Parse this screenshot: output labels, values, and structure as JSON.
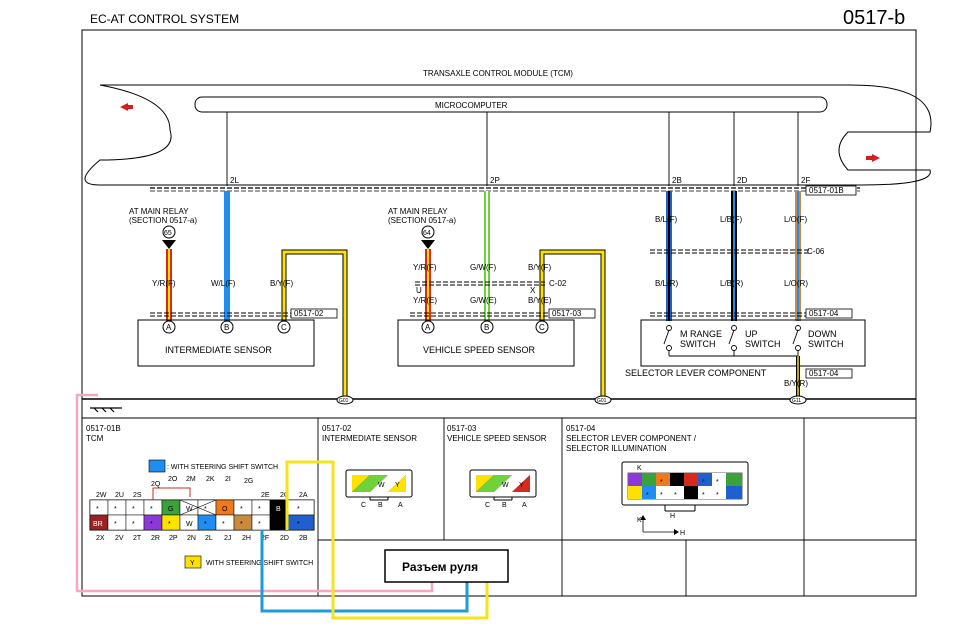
{
  "header": {
    "title": "EC-AT CONTROL SYSTEM",
    "page_code": "0517-b"
  },
  "tcm": {
    "title": "TRANSAXLE CONTROL MODULE (TCM)",
    "microcomputer": "MICROCOMPUTER",
    "connector": "0517-01B"
  },
  "pins": {
    "p2L": "2L",
    "p2P": "2P",
    "p2B": "2B",
    "p2D": "2D",
    "p2F": "2F"
  },
  "relay1": {
    "line1": "AT MAIN RELAY",
    "line2": "(SECTION 0517-a)",
    "num": "65"
  },
  "relay2": {
    "line1": "AT MAIN RELAY",
    "line2": "(SECTION 0517-a)",
    "num": "64"
  },
  "wires1": {
    "yr": "Y/R(F)",
    "wl": "W/L(F)",
    "by": "B/Y(F)"
  },
  "wires2": {
    "yrf": "Y/R(F)",
    "gwf": "G/W(F)",
    "byf": "B/Y(F)",
    "u": "U",
    "x": "X",
    "c02": "C-02",
    "yre": "Y/R(E)",
    "gwe": "G/W(E)",
    "bye": "B/Y(E)"
  },
  "wires3": {
    "blf": "B/L(F)",
    "lbf": "L/B(F)",
    "lof": "L/O(F)",
    "c06": "C-06",
    "blr": "B/L(R)",
    "lbr": "L/B(R)",
    "lor": "L/O(R)",
    "byr": "B/Y(R)"
  },
  "sensor1": {
    "name": "INTERMEDIATE SENSOR",
    "code": "0517-02",
    "a": "A",
    "b": "B",
    "c": "C"
  },
  "sensor2": {
    "name": "VEHICLE SPEED SENSOR",
    "code": "0517-03",
    "a": "A",
    "b": "B",
    "c": "C"
  },
  "switches": {
    "code": "0517-04",
    "m_range_1": "M RANGE",
    "m_range_2": "SWITCH",
    "up_1": "UP",
    "up_2": "SWITCH",
    "down_1": "DOWN",
    "down_2": "SWITCH",
    "selector": "SELECTOR LEVER COMPONENT",
    "selector_code": "0517-04"
  },
  "grounds": {
    "g1": "G01",
    "g2": "G01",
    "g3": "G11"
  },
  "panels": {
    "tcm_code": "0517-01B",
    "tcm_name": "TCM",
    "p2_code": "0517-02",
    "p2_name": "INTERMEDIATE SENSOR",
    "p3_code": "0517-03",
    "p3_name": "VEHICLE SPEED SENSOR",
    "p4_code": "0517-04",
    "p4_name1": "SELECTOR LEVER COMPONENT /",
    "p4_name2": "SELECTOR ILLUMINATION"
  },
  "tcm_connector": {
    "legend_blue": ": WITH STEERING SHIFT SWITCH",
    "legend_yellow": "WITH STEERING SHIFT SWITCH",
    "legend_y": "Y",
    "top_labels": [
      "2O",
      "2M",
      "2K",
      "2I",
      "2G"
    ],
    "row1_labels": [
      "2W",
      "2U",
      "2S",
      "2Q",
      "2E",
      "2C",
      "2A"
    ],
    "row3_labels": [
      "2X",
      "2V",
      "2T",
      "2R",
      "2P",
      "2N",
      "2L",
      "2J",
      "2H",
      "2F",
      "2D",
      "2B"
    ],
    "cells_row1": [
      "*",
      "*",
      "*",
      "*",
      "G",
      "W",
      "*",
      "O",
      "*",
      "*",
      "B",
      "*"
    ],
    "cells_row2": [
      "BR",
      "*",
      "*",
      "*",
      "W",
      "*",
      "*",
      "*",
      "*",
      "*",
      "*",
      "*"
    ],
    "sensor_pins": [
      "C",
      "B",
      "A"
    ],
    "sensor_letters": [
      "W",
      "Y"
    ],
    "selector_k": "K",
    "selector_h": "H",
    "selector_cells": [
      "*",
      "*",
      "*",
      "*",
      "*",
      "*",
      "*",
      "*"
    ]
  },
  "annotation": {
    "steering_connector": "Разъем руля"
  }
}
